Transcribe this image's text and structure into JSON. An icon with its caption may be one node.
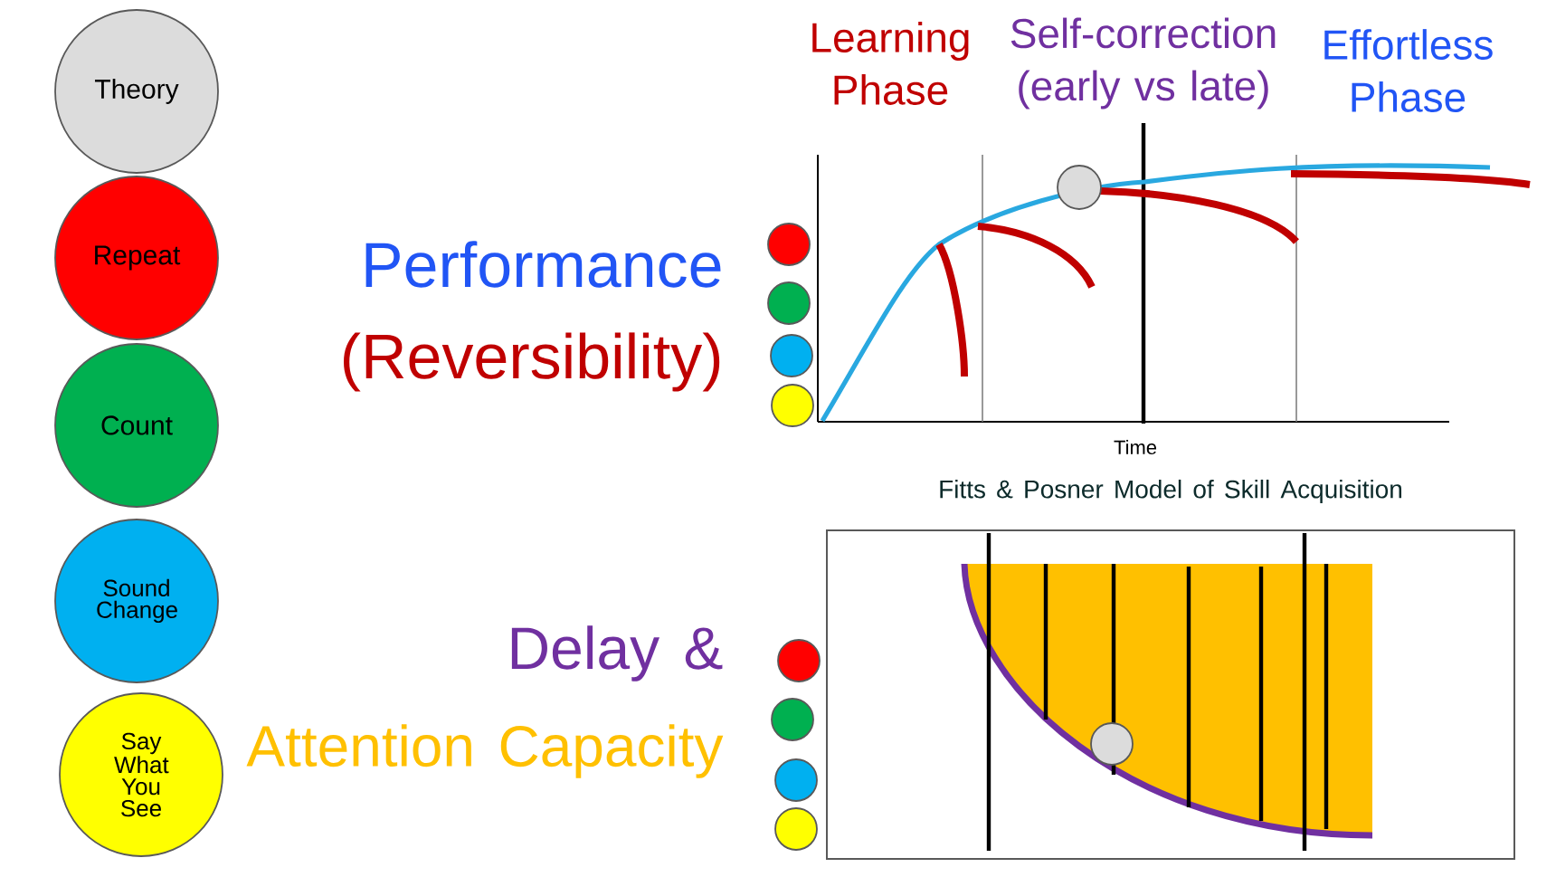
{
  "diagram": {
    "nodes": [
      {
        "text": [
          "Theory"
        ]
      },
      {
        "text": [
          "Repeat"
        ]
      },
      {
        "text": [
          "Count"
        ]
      },
      {
        "text": [
          "Sound Change"
        ]
      },
      {
        "text": [
          "Say What You See"
        ]
      },
      {
        "text": [],
        "shape": "circle"
      },
      {
        "text": [],
        "shape": "circle"
      },
      {
        "text": [],
        "shape": "circle"
      },
      {
        "text": [],
        "shape": "circle"
      },
      {
        "text": [],
        "shape": "circle"
      },
      {
        "text": [],
        "shape": "circle"
      },
      {
        "text": [],
        "shape": "circle"
      },
      {
        "text": [],
        "shape": "circle"
      },
      {
        "text": [],
        "shape": "circle"
      },
      {
        "text": [],
        "shape": "circle"
      }
    ],
    "labels": [
      "Learning Phase",
      "Self-correction (early vs late)",
      "Effortless Phase",
      "Performance",
      "(Reversibility)",
      "Time",
      "Fitts & Posner Model of Skill Acquisition",
      "Delay &",
      "Attention Capacity"
    ]
  }
}
